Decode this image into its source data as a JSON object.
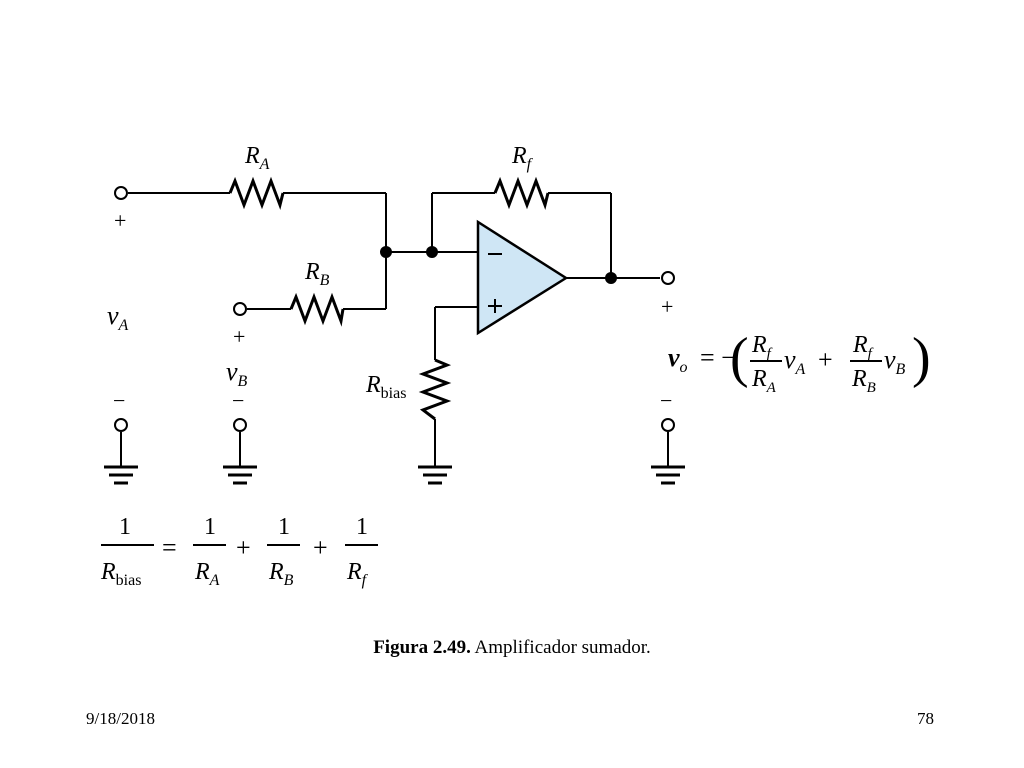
{
  "figure": {
    "caption_label": "Figura 2.49.",
    "caption_text": "Amplificador sumador."
  },
  "labels": {
    "ra": {
      "main": "R",
      "sub": "A"
    },
    "rb": {
      "main": "R",
      "sub": "B"
    },
    "rf": {
      "main": "R",
      "sub": "f"
    },
    "rbias": {
      "main": "R",
      "sub": "bias"
    },
    "va": {
      "main": "v",
      "sub": "A"
    },
    "vb": {
      "main": "v",
      "sub": "B"
    },
    "plus": "+",
    "minus": "−"
  },
  "equations": {
    "vo": {
      "lhs_main": "v",
      "lhs_sub": "o",
      "eq": "= −",
      "t1_num_main": "R",
      "t1_num_sub": "f",
      "t1_den_main": "R",
      "t1_den_sub": "A",
      "t1_var_main": "v",
      "t1_var_sub": "A",
      "plus": "+",
      "t2_num_main": "R",
      "t2_num_sub": "f",
      "t2_den_main": "R",
      "t2_den_sub": "B",
      "t2_var_main": "v",
      "t2_var_sub": "B"
    },
    "rbias": {
      "one": "1",
      "lhs_den_main": "R",
      "lhs_den_sub": "bias",
      "eq": "=",
      "d1_main": "R",
      "d1_sub": "A",
      "d2_main": "R",
      "d2_sub": "B",
      "d3_main": "R",
      "d3_sub": "f",
      "plus": "+"
    }
  },
  "footer": {
    "date": "9/18/2018",
    "page": "78"
  },
  "colors": {
    "opamp_fill": "#cfe6f5",
    "line": "#000000"
  }
}
